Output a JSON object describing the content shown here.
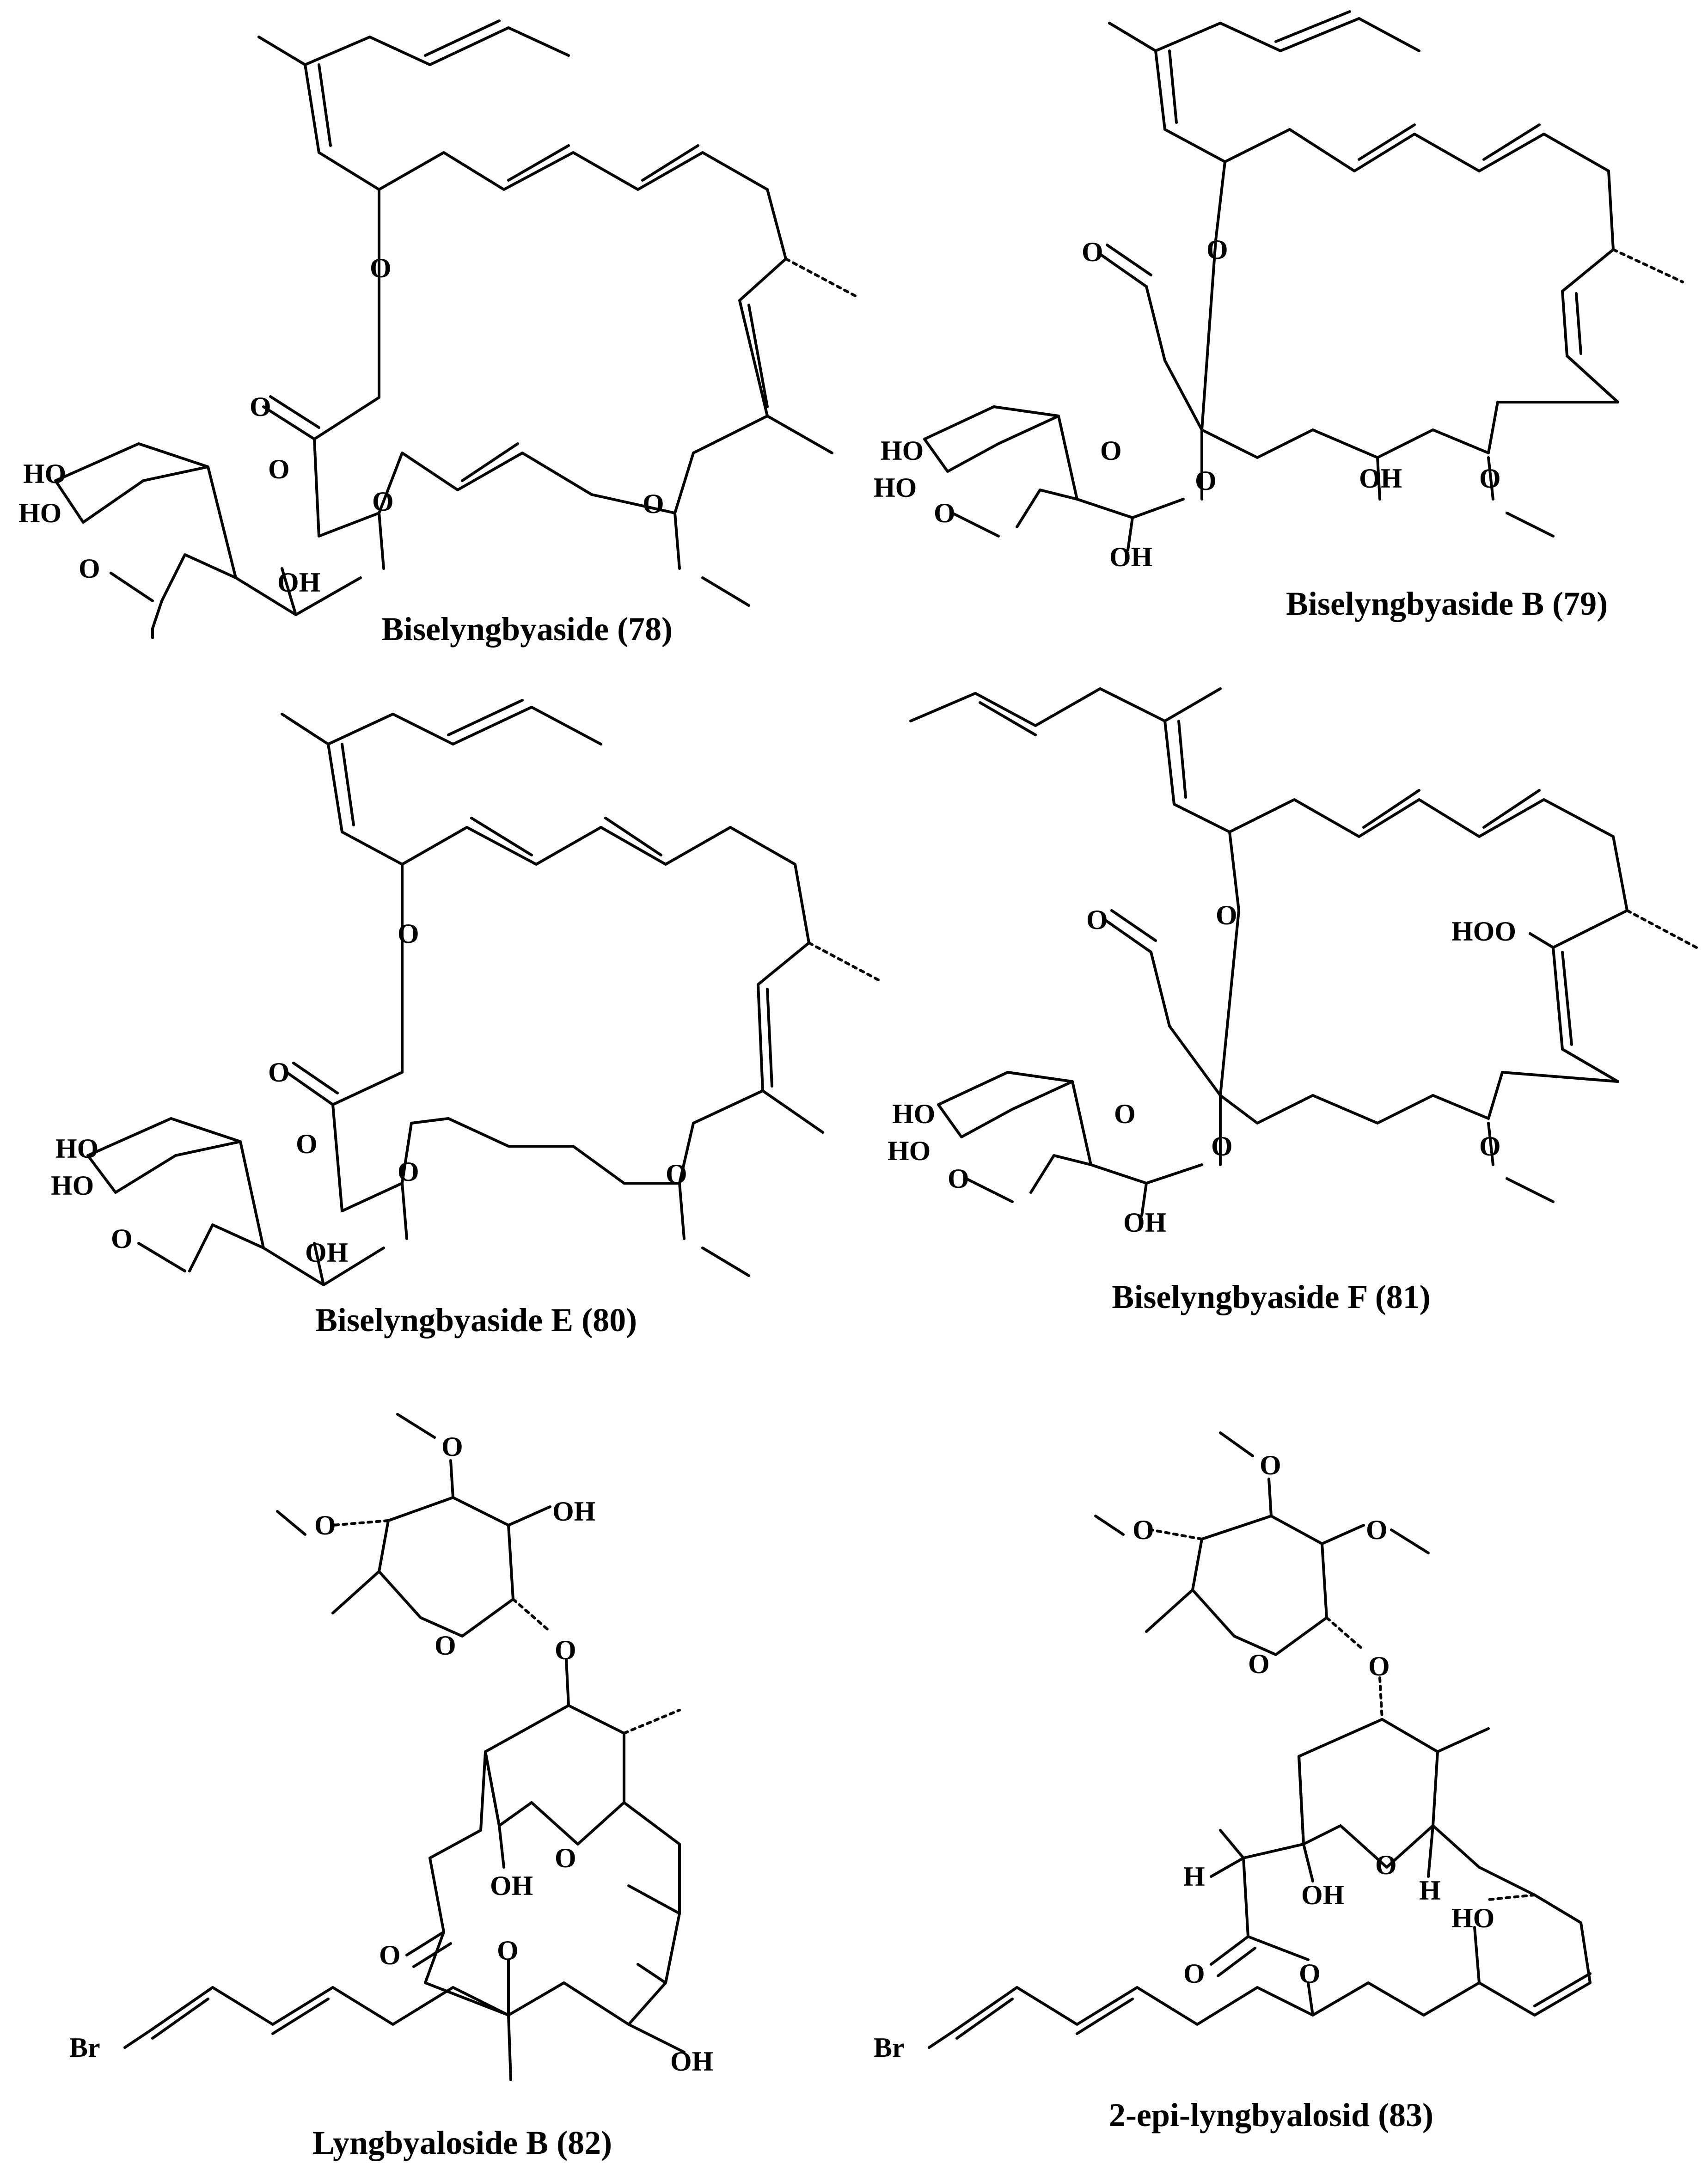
{
  "figure": {
    "compounds": [
      {
        "id": "78",
        "caption": "Biselyngbyaside (78)",
        "labels": {
          "o_carbonyl": "O",
          "o_ester": "O",
          "o_ring": "O",
          "o_glyco": "O",
          "o_ome_ring": "O",
          "o_ome_chain": "O",
          "ho1": "HO",
          "ho2": "HO",
          "oh": "OH"
        }
      },
      {
        "id": "79",
        "caption": "Biselyngbyaside B (79)",
        "labels": {
          "o_carbonyl": "O",
          "o_ester": "O",
          "o_ring": "O",
          "o_glyco": "O",
          "o_ome_ring": "O",
          "o_ome_chain": "O",
          "ho1": "HO",
          "ho2": "HO",
          "oh": "OH",
          "oh_chain": "OH"
        }
      },
      {
        "id": "80",
        "caption": "Biselyngbyaside E (80)",
        "labels": {
          "o_carbonyl": "O",
          "o_ester": "O",
          "o_ring": "O",
          "o_glyco": "O",
          "o_ome_ring": "O",
          "o_ome_chain": "O",
          "ho1": "HO",
          "ho2": "HO",
          "oh": "OH"
        }
      },
      {
        "id": "81",
        "caption": "Biselyngbyaside F (81)",
        "labels": {
          "o_carbonyl": "O",
          "o_ester": "O",
          "o_ring": "O",
          "o_glyco": "O",
          "o_ome_ring": "O",
          "o_ome_chain": "O",
          "ho1": "HO",
          "ho2": "HO",
          "oh": "OH",
          "hoo": "HOO"
        }
      },
      {
        "id": "82",
        "caption": "Lyngbyaloside B (82)",
        "labels": {
          "o_top": "O",
          "o_left": "O",
          "oh_sugar": "OH",
          "o_sugar_ring": "O",
          "o_link": "O",
          "o_pyran": "O",
          "oh_hemi": "OH",
          "o_carbonyl": "O",
          "o_ester": "O",
          "oh_chain": "OH",
          "br": "Br"
        }
      },
      {
        "id": "83",
        "caption": "2-epi-lyngbyalosid (83)",
        "labels": {
          "o_top": "O",
          "o_left": "O",
          "o_right": "O",
          "o_sugar_ring": "O",
          "o_link": "O",
          "o_pyran": "O",
          "oh_hemi": "OH",
          "h_left": "H",
          "h_right": "H",
          "ho_chain": "HO",
          "o_carbonyl": "O",
          "o_ester": "O",
          "br": "Br"
        }
      }
    ]
  }
}
